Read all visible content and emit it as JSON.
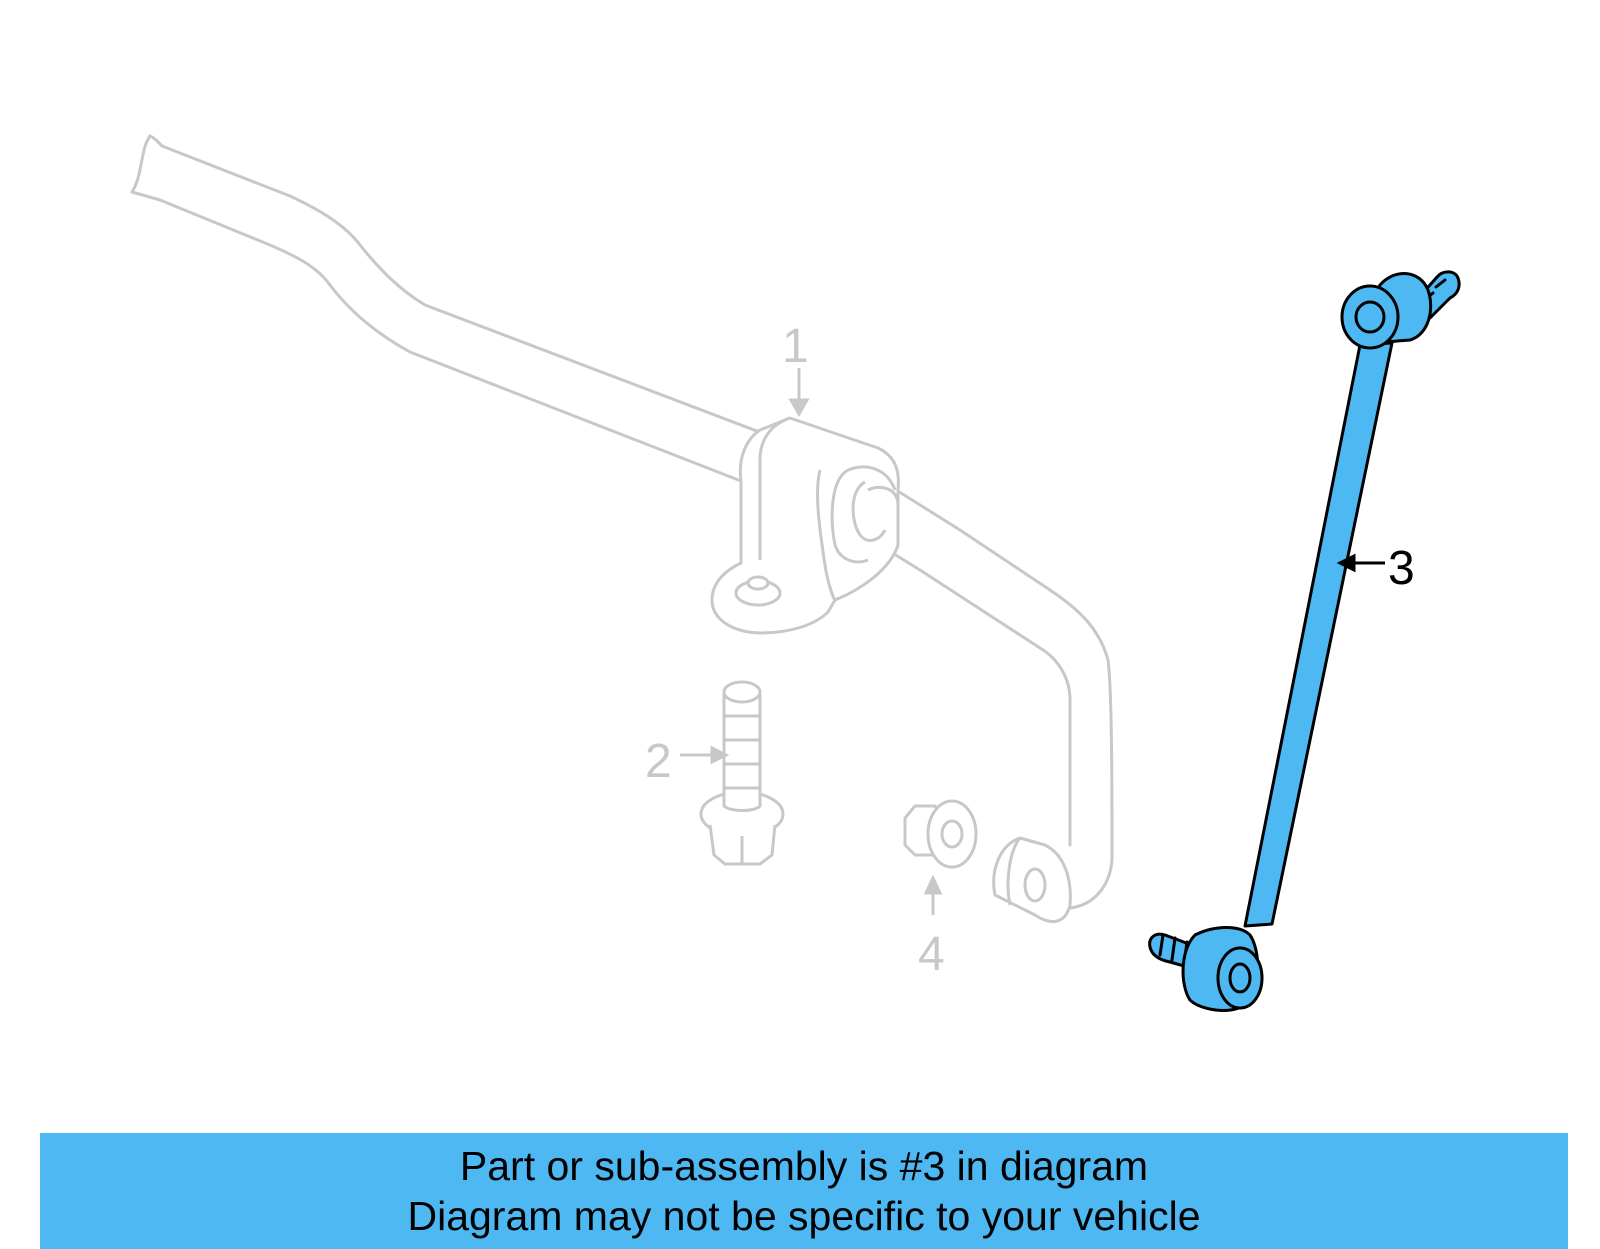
{
  "colors": {
    "highlight": "#4DB8F2",
    "ghost": "#C8C8C8",
    "banner": "#4DB8F2"
  },
  "callouts": {
    "c1": "1",
    "c2": "2",
    "c3": "3",
    "c4": "4"
  },
  "banner": {
    "line1": "Part or sub-assembly is #3 in diagram",
    "line2": "Diagram may not be specific to your vehicle"
  }
}
